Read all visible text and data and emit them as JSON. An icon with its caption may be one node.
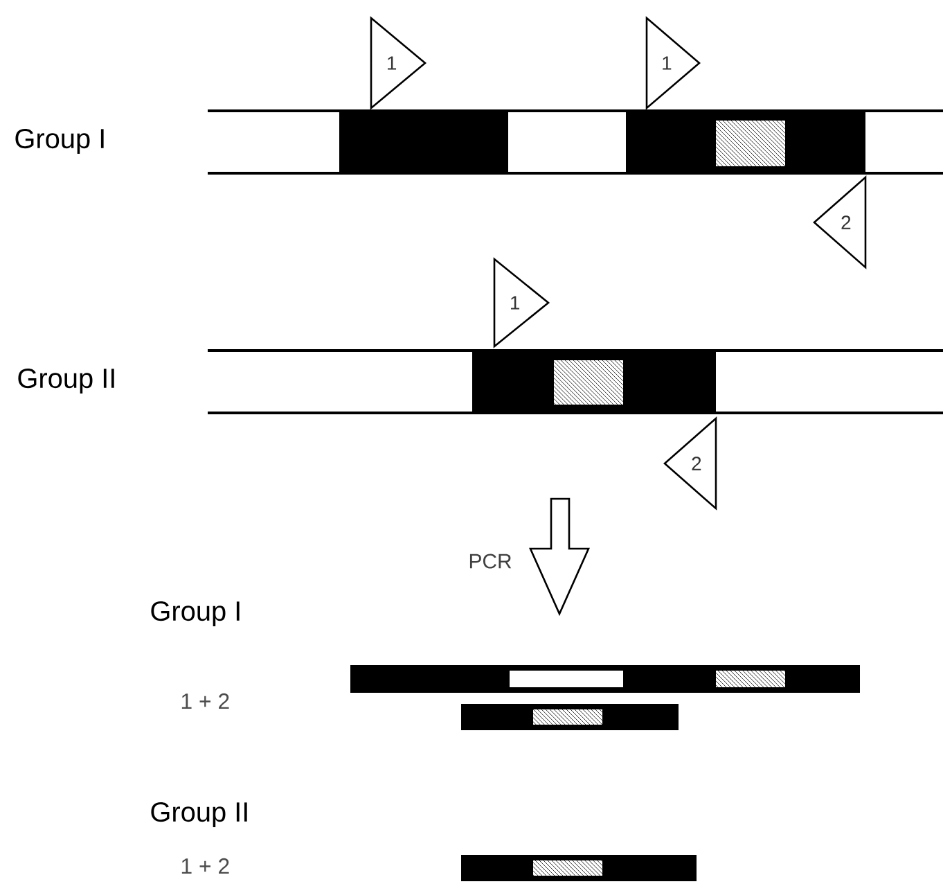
{
  "diagram": {
    "nodes": [
      {
        "text": [
          "1"
        ]
      },
      {
        "text": [
          "1"
        ]
      },
      {
        "text": [
          "2"
        ]
      },
      {
        "text": [
          "1"
        ]
      },
      {
        "text": [
          "2"
        ]
      }
    ],
    "labels": [
      "Group I",
      "Group II",
      "PCR",
      "Group I",
      "1 + 2",
      "Group II",
      "1 + 2"
    ]
  }
}
